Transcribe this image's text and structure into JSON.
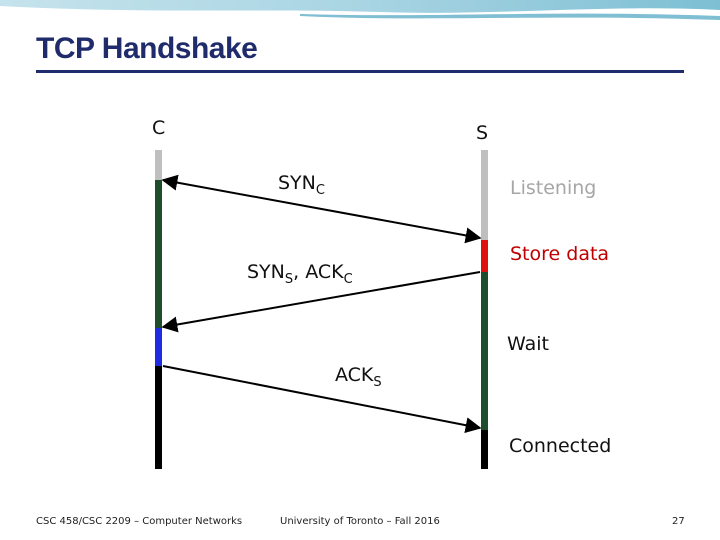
{
  "slide": {
    "title": "TCP Handshake"
  },
  "endpoints": {
    "client": "C",
    "server": "S"
  },
  "messages": {
    "syn_c": {
      "text": "SYN",
      "sub": "C"
    },
    "syn_s_ack_c": {
      "text1": "SYN",
      "sub1": "S",
      "sep": ", ACK",
      "sub2": "C"
    },
    "ack_s": {
      "text": "ACK",
      "sub": "S"
    }
  },
  "states": {
    "listening": "Listening",
    "store_data": "Store data",
    "wait": "Wait",
    "connected": "Connected"
  },
  "colors": {
    "title": "#1f2b6b",
    "timeline_idle": "#bfbfbf",
    "timeline_green": "#1e4d2b",
    "timeline_blue": "#1f2be0",
    "timeline_red": "#e01010",
    "timeline_black": "#000000",
    "store_data_text": "#c00000",
    "listening_text": "#a6a6a6"
  },
  "footer": {
    "course": "CSC 458/CSC 2209 – Computer Networks",
    "university": "University of Toronto – Fall 2016",
    "page": "27"
  }
}
